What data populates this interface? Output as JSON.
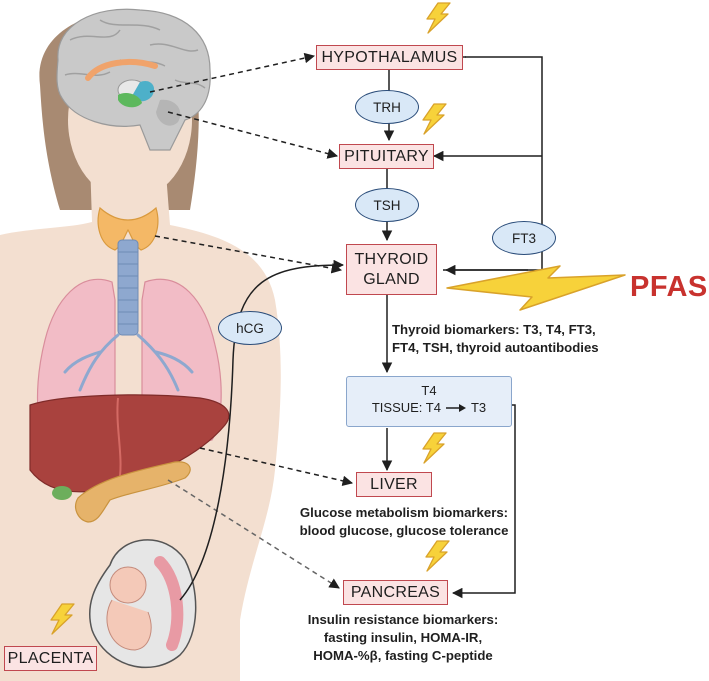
{
  "organs": {
    "hypothalamus": "HYPOTHALAMUS",
    "pituitary": "PITUITARY",
    "thyroid_line1": "THYROID",
    "thyroid_line2": "GLAND",
    "liver": "LIVER",
    "pancreas": "PANCREAS",
    "placenta": "PLACENTA"
  },
  "hormones": {
    "trh": "TRH",
    "tsh": "TSH",
    "ft3": "FT3",
    "hcg": "hCG"
  },
  "t4_box": {
    "line1": "T4",
    "tissue_prefix": "TISSUE: T4",
    "tissue_suffix": "T3"
  },
  "stressor": "PFAS",
  "biomarkers": {
    "thyroid_line1": "Thyroid biomarkers: T3, T4, FT3,",
    "thyroid_line2": "FT4, TSH, thyroid autoantibodies",
    "glucose_line1": "Glucose metabolism biomarkers:",
    "glucose_line2": "blood glucose, glucose tolerance",
    "insulin_line1": "Insulin resistance biomarkers:",
    "insulin_line2": "fasting insulin, HOMA-IR,",
    "insulin_line3": "HOMA-%β, fasting C-peptide"
  },
  "colors": {
    "label_fill": "#fbe3e3",
    "label_border": "#c0484f",
    "oval_fill": "#d9e8f7",
    "oval_border": "#2b4d7a",
    "pfas_text": "#c8322e",
    "lightning_fill": "#f7d23a",
    "lightning_stroke": "#d9a22a"
  }
}
